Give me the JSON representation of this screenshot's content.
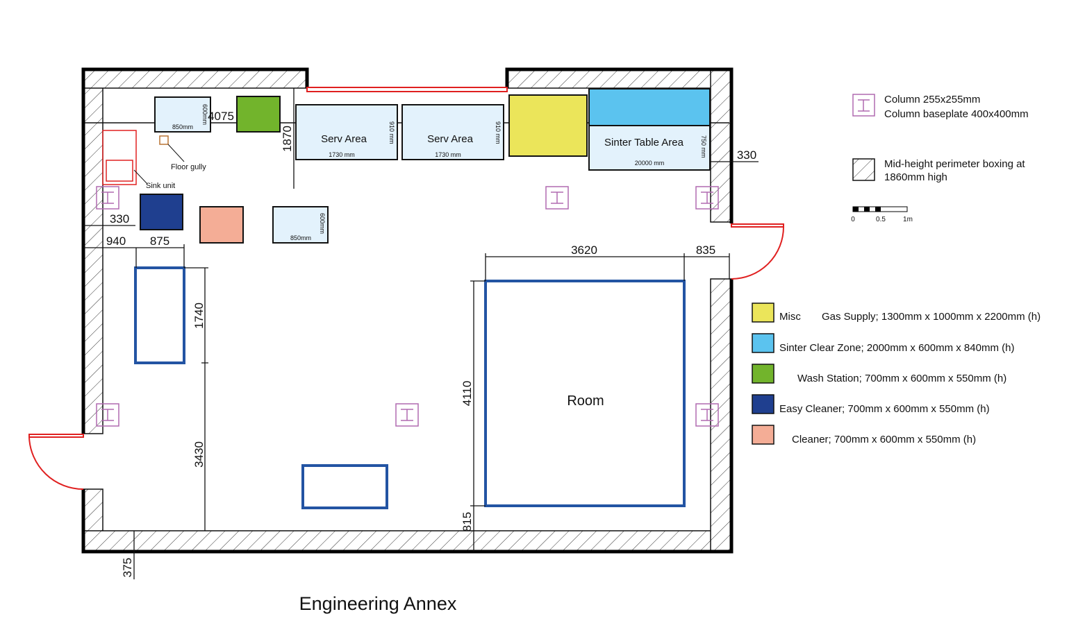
{
  "title": "Engineering Annex",
  "colors": {
    "misc": "#ebe55a",
    "sinter_clear": "#5bc3ef",
    "wash": "#72b42c",
    "easy_cleaner": "#1f3f8f",
    "cleaner": "#f4ad96",
    "equipment": "#e3f2fc",
    "outline_blue": "#2354a3",
    "column": "#b06ab0",
    "door": "#e02020"
  },
  "equipment": {
    "unit1": {
      "width": "850mm",
      "depth": "600mm"
    },
    "unit2": {
      "width": "850mm",
      "depth": "600mm"
    },
    "serv1": {
      "label": "Serv Area",
      "width": "1730 mm",
      "depth": "910 mm"
    },
    "serv2": {
      "label": "Serv Area",
      "width": "1730 mm",
      "depth": "910 mm"
    },
    "sinter": {
      "label": "Sinter Table Area",
      "width": "20000 mm",
      "depth": "750 mm"
    },
    "room": {
      "label": "Room"
    }
  },
  "annotations": {
    "floor_gully": "Floor gully",
    "sink_unit": "Sink unit"
  },
  "dimensions": {
    "d4075": "4075",
    "d1870": "1870",
    "d330_left": "330",
    "d940": "940",
    "d875": "875",
    "d1740": "1740",
    "d3430": "3430",
    "d375": "375",
    "d3620": "3620",
    "d835": "835",
    "d4110": "4110",
    "d815": "815",
    "d330_right": "330"
  },
  "legend": {
    "column_line1": "Column 255x255mm",
    "column_line2": "Column baseplate 400x400mm",
    "boxing_line1": "Mid-height perimeter boxing at",
    "boxing_line2": "1860mm high",
    "scale": [
      "0",
      "0.5",
      "1m"
    ],
    "items": [
      {
        "label": "Misc",
        "desc": "Gas Supply; 1300mm x 1000mm x 2200mm (h)"
      },
      {
        "label": "Sinter Clear Zone; 2000mm x 600mm x 840mm (h)"
      },
      {
        "label": "Wash Station; 700mm x 600mm x 550mm (h)"
      },
      {
        "label": "Easy Cleaner; 700mm x 600mm x 550mm (h)"
      },
      {
        "label": "Cleaner; 700mm x 600mm x 550mm (h)"
      }
    ]
  }
}
